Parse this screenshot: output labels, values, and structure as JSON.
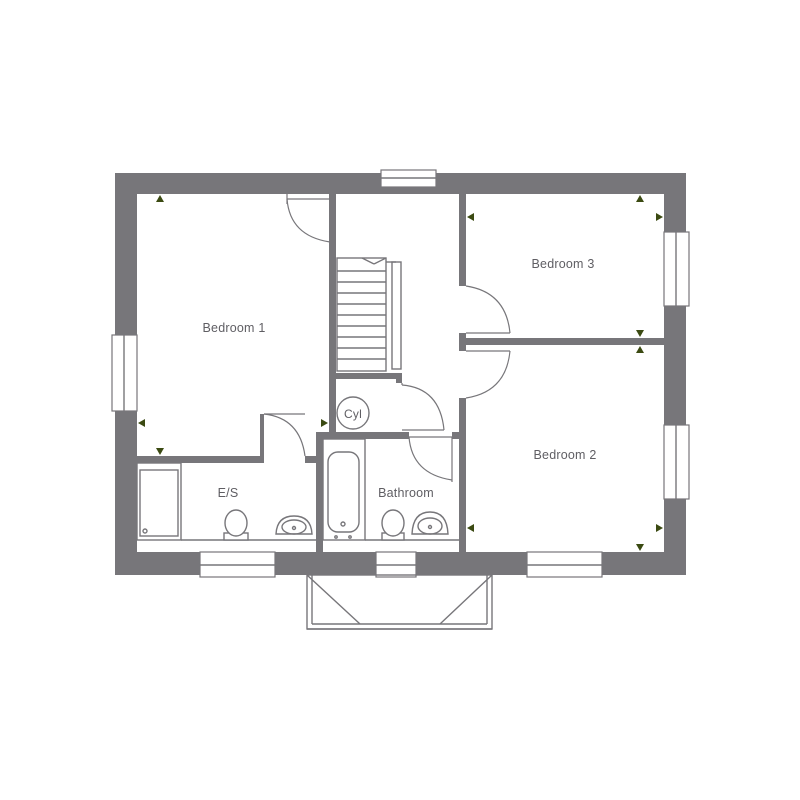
{
  "rooms": {
    "bedroom1": "Bedroom 1",
    "bedroom2": "Bedroom 2",
    "bedroom3": "Bedroom 3",
    "ensuite": "E/S",
    "bathroom": "Bathroom",
    "cylinder": "Cyl"
  },
  "colors": {
    "wall": "#77767a",
    "socket_marker": "#3b4a12",
    "background": "#ffffff"
  }
}
